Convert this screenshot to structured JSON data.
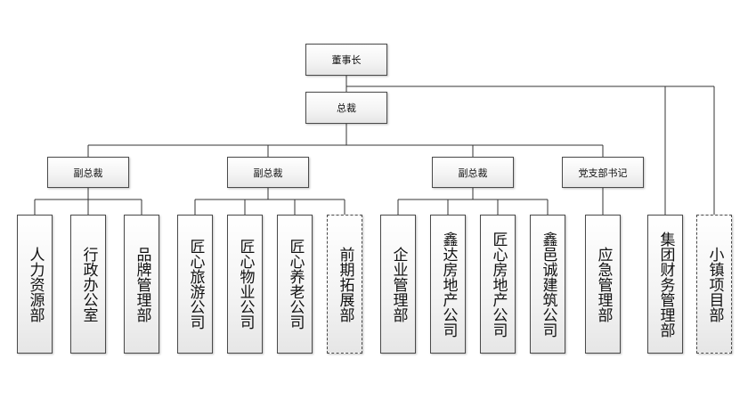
{
  "nodes": {
    "chairman": "董事长",
    "president": "总裁",
    "vp1": "副总裁",
    "vp2": "副总裁",
    "vp3": "副总裁",
    "party_secretary": "党支部书记",
    "hr": "人力资源部",
    "admin_office": "行政办公室",
    "brand_mgmt": "品牌管理部",
    "jx_tourism": "匠心旅游公司",
    "jx_property": "匠心物业公司",
    "jx_elderly": "匠心养老公司",
    "expansion": "前期拓展部",
    "enterprise_mgmt": "企业管理部",
    "xd_realestate": "鑫达房地产公司",
    "jx_realestate": "匠心房地产公司",
    "xy_construction": "鑫邑诚建筑公司",
    "emergency_mgmt": "应急管理部",
    "group_finance": "集团财务管理部",
    "town_project": "小镇项目部"
  }
}
